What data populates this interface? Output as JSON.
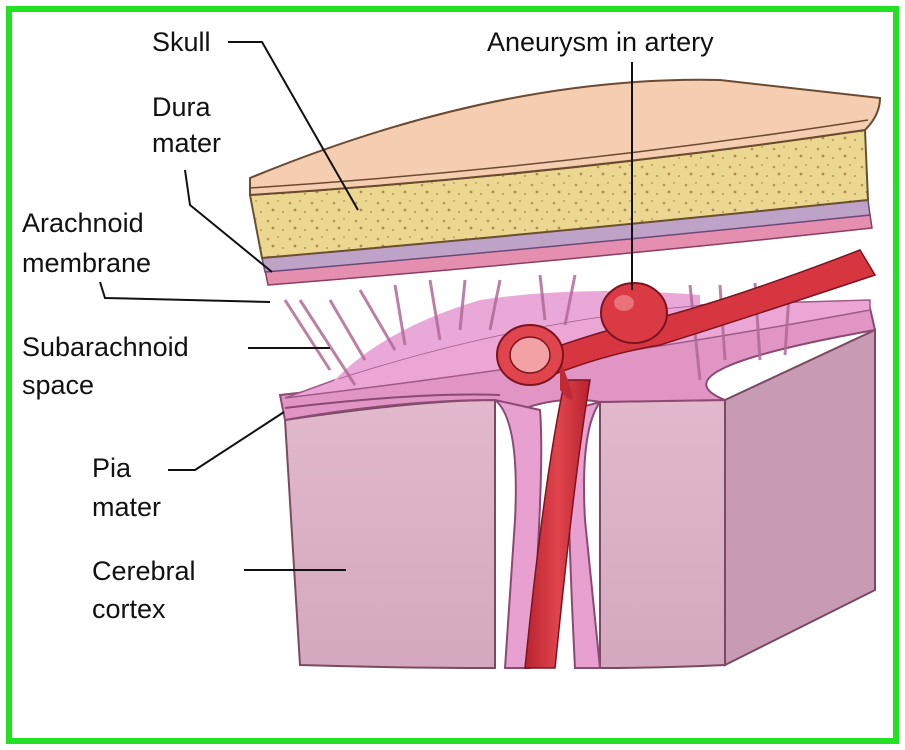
{
  "labels": {
    "skull": "Skull",
    "dura_1": "Dura",
    "dura_2": "mater",
    "arachnoid_1": "Arachnoid",
    "arachnoid_2": "membrane",
    "subarachnoid_1": "Subarachnoid",
    "subarachnoid_2": "space",
    "pia_1": "Pia",
    "pia_2": "mater",
    "cortex_1": "Cerebral",
    "cortex_2": "cortex",
    "aneurysm": "Aneurysm in artery"
  },
  "colors": {
    "border": "#22e022",
    "skull_top": "#f5cdb0",
    "skull_bone": "#ecd790",
    "dura": "#bfa2c8",
    "arachnoid": "#e58fb0",
    "pia_surface": "#e7a0cf",
    "cortex": "#dab0c5",
    "artery": "#d8343f"
  }
}
